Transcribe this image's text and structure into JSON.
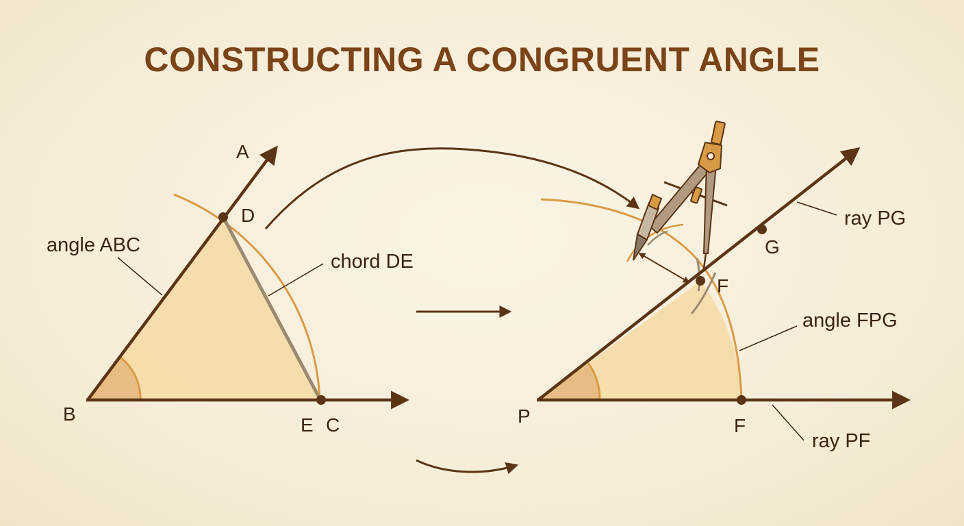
{
  "title": "CONSTRUCTING A CONGRUENT ANGLE",
  "points": {
    "A": "A",
    "B": "B",
    "C": "C",
    "D": "D",
    "E": "E",
    "P": "P",
    "F_upper": "F",
    "F_lower": "F",
    "G": "G"
  },
  "labels": {
    "angle_abc": "angle ABC",
    "chord_de": "chord DE",
    "ray_pg": "ray PG",
    "angle_fpg": "angle FPG",
    "ray_pf": "ray PF"
  },
  "colors": {
    "line": "#5a3414",
    "arc": "#d99a45",
    "fill": "#f5d9a4",
    "angle_wedge": "#e4b57a",
    "chord": "#9c8a70",
    "title": "#7a4418"
  }
}
